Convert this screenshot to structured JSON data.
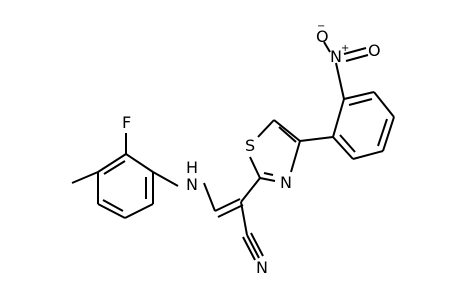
{
  "molecule": {
    "atoms": {
      "nitro_o_minus": "O",
      "nitro_o_minus_charge": "−",
      "nitro_n": "N",
      "nitro_n_charge": "+",
      "nitro_o": "O",
      "fluorine": "F",
      "amine": "H",
      "amine_n": "N",
      "thiazole_s": "S",
      "thiazole_n": "N",
      "nitrile_n": "N"
    },
    "colors": {
      "bond": "#000000",
      "background": "#ffffff"
    }
  }
}
